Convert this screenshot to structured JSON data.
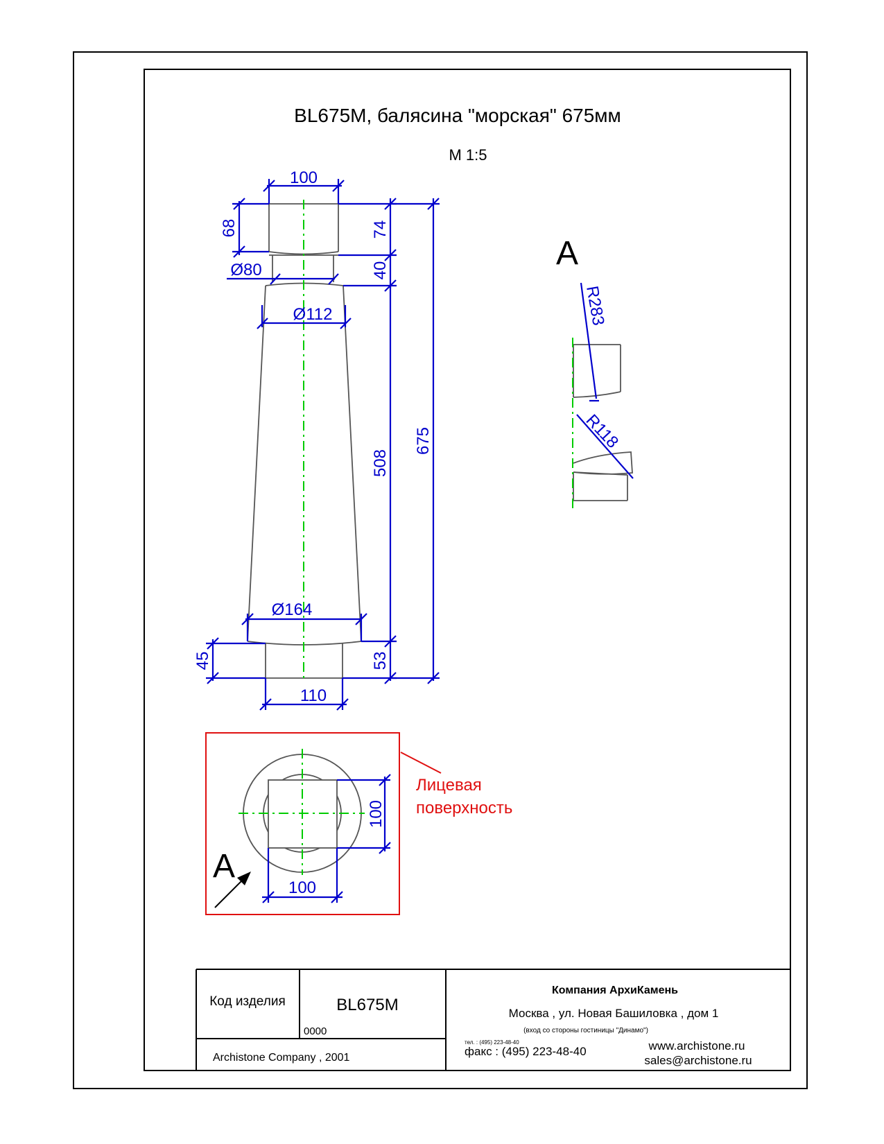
{
  "title": "BL675M, балясина \"морская\" 675мм",
  "scale": "М 1:5",
  "dimensions": {
    "top_width": "100",
    "top_height": "68",
    "top_right": "74",
    "neck_diameter": "Ø80",
    "neck_height": "40",
    "upper_diameter": "Ø112",
    "body_height": "508",
    "total_height": "675",
    "lower_diameter": "Ø164",
    "base_height": "45",
    "base_right": "53",
    "base_width": "110"
  },
  "view_a": {
    "label": "A",
    "radius_top": "R283",
    "radius_bottom": "R118"
  },
  "plan_view": {
    "label": "A",
    "width": "100",
    "height": "100",
    "face_note_line1": "Лицевая",
    "face_note_line2": "поверхность"
  },
  "title_block": {
    "code_label": "Код изделия",
    "code_value": "BL675M",
    "code_number": "0000",
    "copyright": "Archistone  Company ,  2001",
    "company": "Компания  АрхиКамень",
    "address": "Москва , ул. Новая Башиловка , дом 1",
    "address_note": "(вход со стороны гостиницы \"Динамо\")",
    "phone_small": "тел.  :  (495) 223-48-40",
    "fax": "факс :  (495) 223-48-40",
    "website": "www.archistone.ru",
    "email": "sales@archistone.ru"
  },
  "colors": {
    "dimension": "#0000cc",
    "axis": "#00cc00",
    "highlight": "#e01010",
    "outline": "#555555"
  }
}
